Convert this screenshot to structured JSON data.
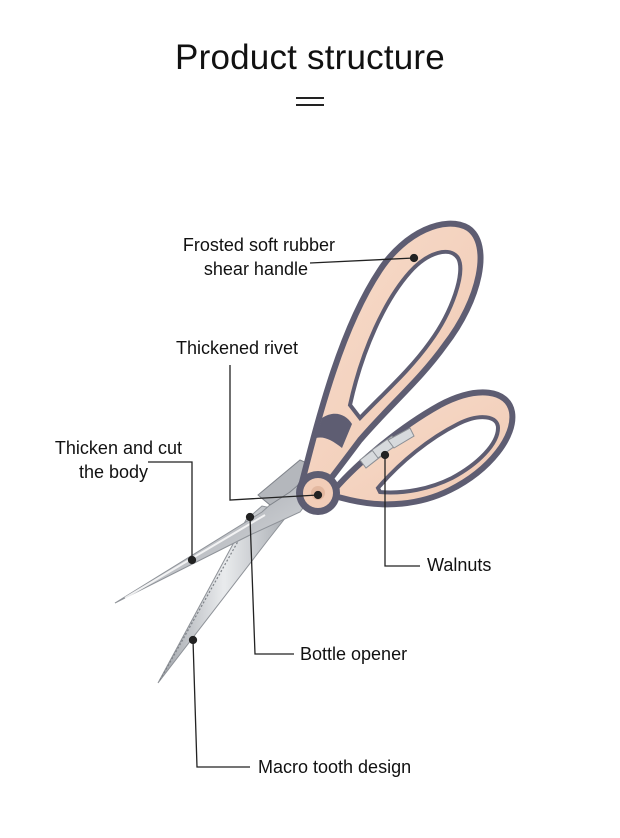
{
  "title": "Product structure",
  "labels": {
    "handle_line1": "Frosted soft rubber",
    "handle_line2": "shear handle",
    "rivet": "Thickened rivet",
    "body_line1": "Thicken and cut",
    "body_line2": "the body",
    "walnuts": "Walnuts",
    "bottle_opener": "Bottle opener",
    "macro_tooth": "Macro tooth design"
  },
  "colors": {
    "handle_fill": "#f5d5c2",
    "handle_trim": "#5e5d72",
    "blade": "#c9ccd0",
    "leader": "#222222"
  }
}
